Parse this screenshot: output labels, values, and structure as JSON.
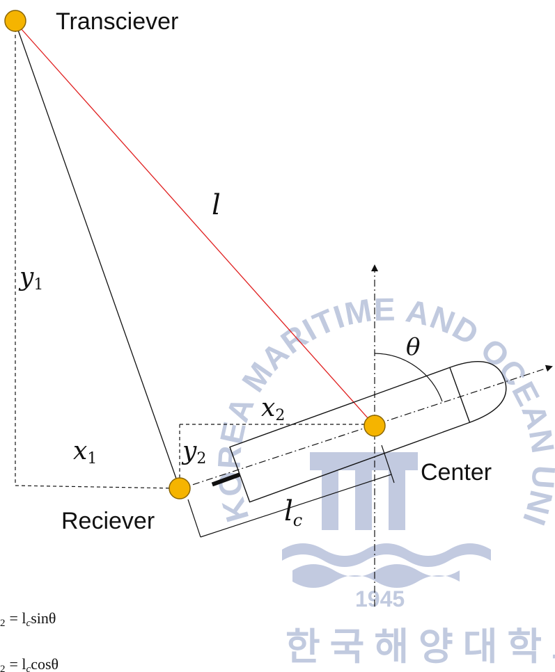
{
  "labels": {
    "transceiver": "Transciever",
    "receiver": "Reciever",
    "center": "Center",
    "l": "l",
    "y1_base": "y",
    "y1_sub": "1",
    "x1_base": "x",
    "x1_sub": "1",
    "x2_base": "x",
    "x2_sub": "2",
    "y2_base": "y",
    "y2_sub": "2",
    "lc_base": "l",
    "lc_sub": "c",
    "theta": "θ"
  },
  "formulas": {
    "eq1_lhs_sub": "2",
    "eq1_rhs": "= l",
    "eq1_rhs_sub": "c",
    "eq1_func": "sinθ",
    "eq2_lhs_sub": "2",
    "eq2_rhs": "= l",
    "eq2_rhs_sub": "c",
    "eq2_func": "cosθ"
  },
  "watermark": {
    "ring_text": "KOREA MARITIME AND OCEAN UNIVERSITY",
    "year": "1945",
    "korean": "한국해양대학교"
  },
  "colors": {
    "node_fill": "#f5b400",
    "node_stroke": "#8a6500",
    "signal_line": "#e02020",
    "watermark": "#8f9fc6"
  }
}
